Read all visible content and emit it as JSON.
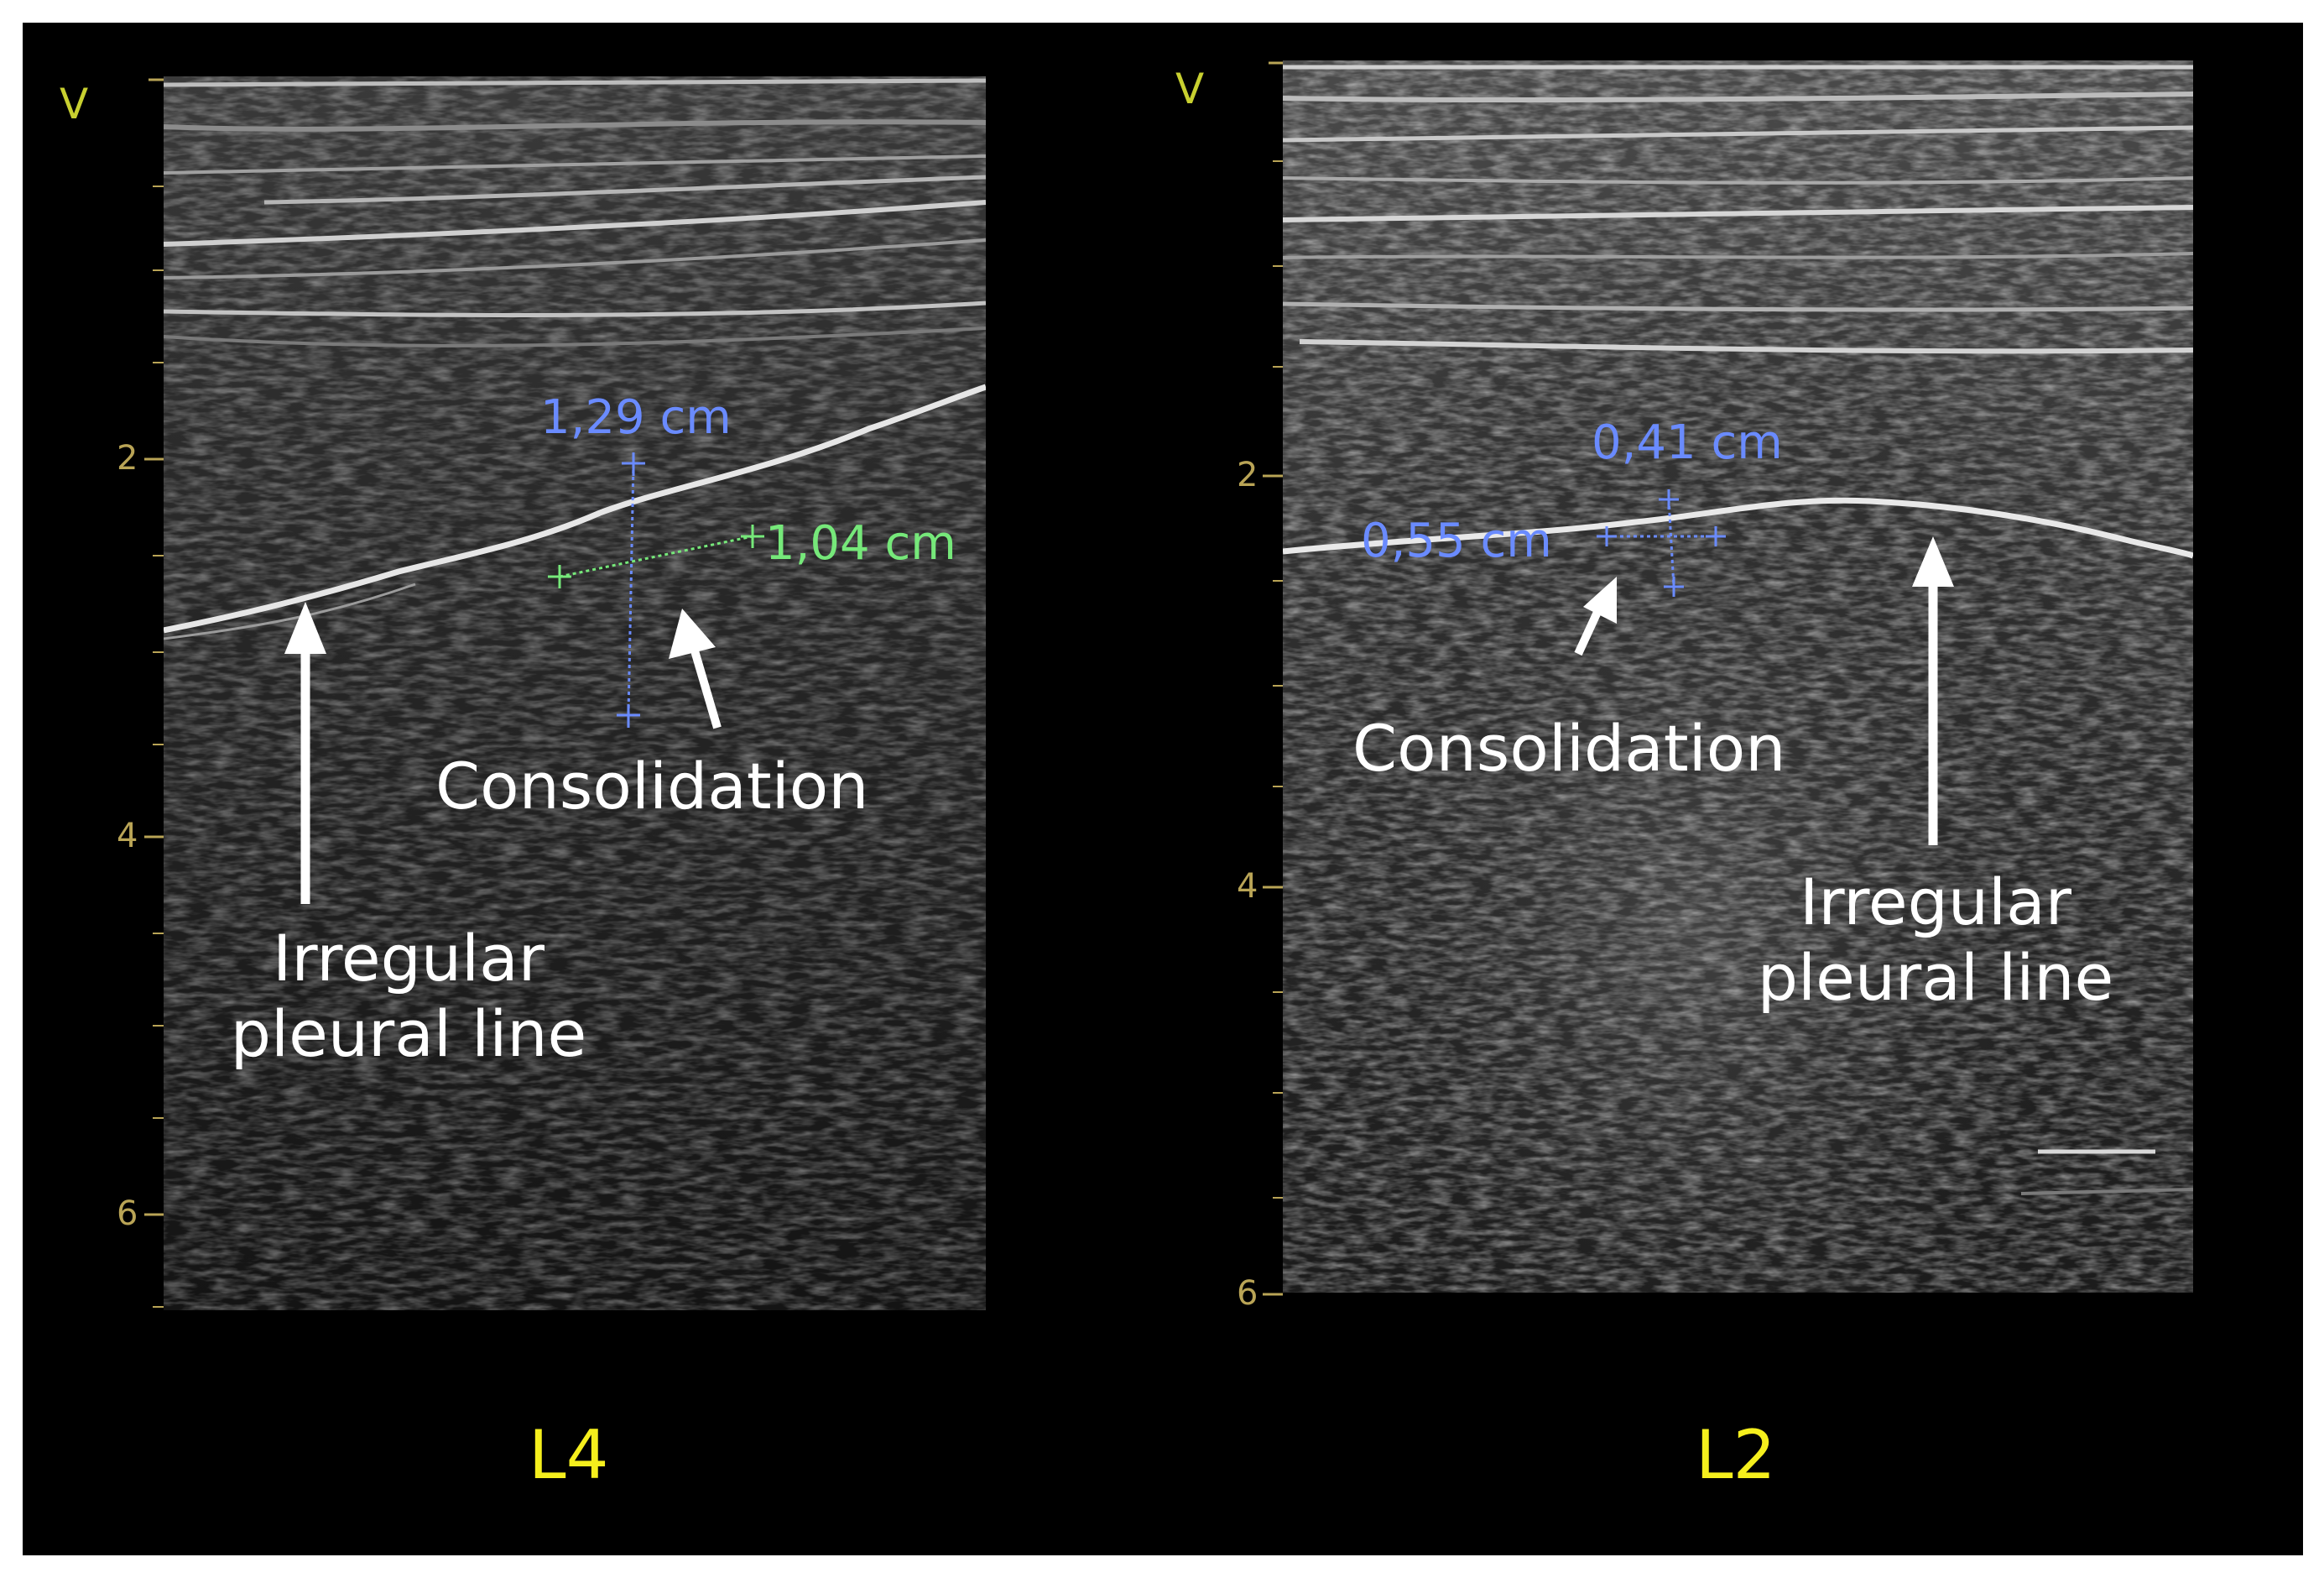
{
  "panels": [
    {
      "label": "L4",
      "depth_marker": "V",
      "ticks": [
        "2",
        "4",
        "6"
      ],
      "measurements": [
        {
          "text": "1,29 cm",
          "color": "#6a8bff"
        },
        {
          "text": "1,04 cm",
          "color": "#76e87a"
        }
      ],
      "annotations": {
        "consolidation": "Consolidation",
        "pleural_line_1": "Irregular",
        "pleural_line_2": "pleural line"
      }
    },
    {
      "label": "L2",
      "depth_marker": "V",
      "ticks": [
        "2",
        "4",
        "6"
      ],
      "measurements": [
        {
          "text": "0,41 cm",
          "color": "#6a8bff"
        },
        {
          "text": "0,55 cm",
          "color": "#6a8bff"
        }
      ],
      "annotations": {
        "consolidation": "Consolidation",
        "pleural_line_1": "Irregular",
        "pleural_line_2": "pleural line"
      }
    }
  ],
  "colors": {
    "panel_label": "#f5ef1d",
    "depth_marker": "#c8d030",
    "tick": "#b9a456",
    "annotation_text": "#ffffff",
    "background": "#000000"
  }
}
